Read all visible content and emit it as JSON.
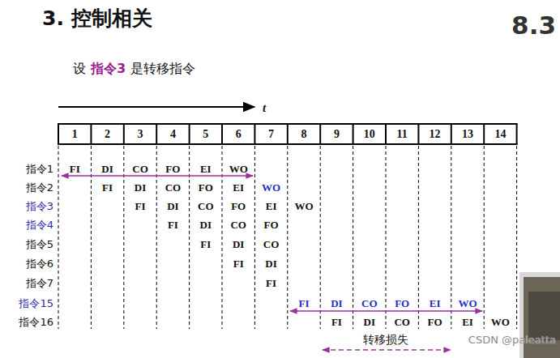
{
  "diagram": {
    "title": "3. 控制相关",
    "labels": [
      "8.3",
      "设",
      "指令3",
      "是转移指令",
      "t",
      "1",
      "2",
      "3",
      "4",
      "5",
      "6",
      "7",
      "8",
      "9",
      "10",
      "11",
      "12",
      "13",
      "14",
      "指令1",
      "FI",
      "DI",
      "CO",
      "FO",
      "EI",
      "WO",
      "指令2",
      "FI",
      "DI",
      "CO",
      "FO",
      "EI",
      "WO",
      "指令3",
      "FI",
      "DI",
      "CO",
      "FO",
      "EI",
      "WO",
      "指令4",
      "FI",
      "DI",
      "CO",
      "FO",
      "指令5",
      "FI",
      "DI",
      "CO",
      "指令6",
      "FI",
      "DI",
      "指令7",
      "FI",
      "指令15",
      "FI",
      "DI",
      "CO",
      "FO",
      "EI",
      "WO",
      "指令16",
      "FI",
      "DI",
      "CO",
      "FO",
      "EI",
      "WO",
      "转移损失",
      "CSDN @paleatta"
    ]
  }
}
